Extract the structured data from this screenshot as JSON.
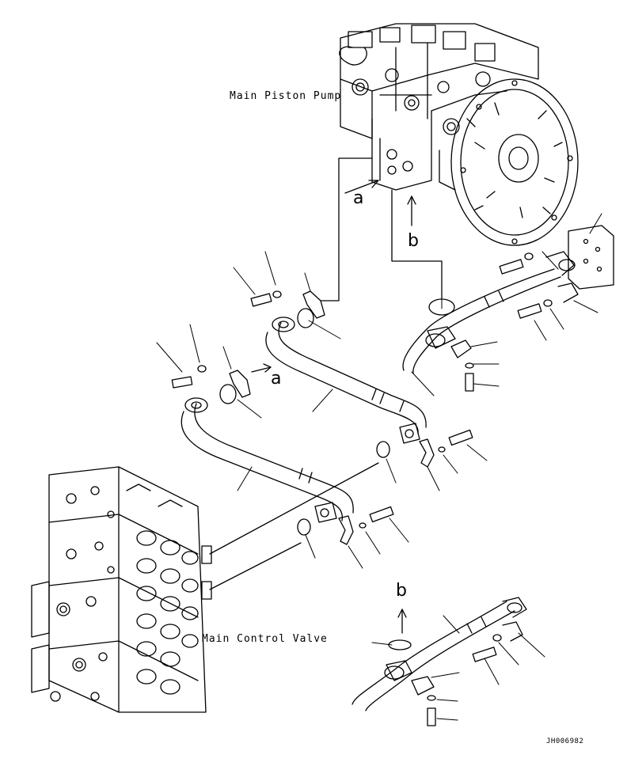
{
  "labels": {
    "pump": "Main Piston Pump",
    "valve": "Main Control Valve",
    "code": "JH006982"
  },
  "refs": {
    "a_top": "a",
    "b_top": "b",
    "a_mid": "a",
    "b_bottom": "b"
  },
  "colors": {
    "line": "#000000",
    "background": "#ffffff"
  }
}
